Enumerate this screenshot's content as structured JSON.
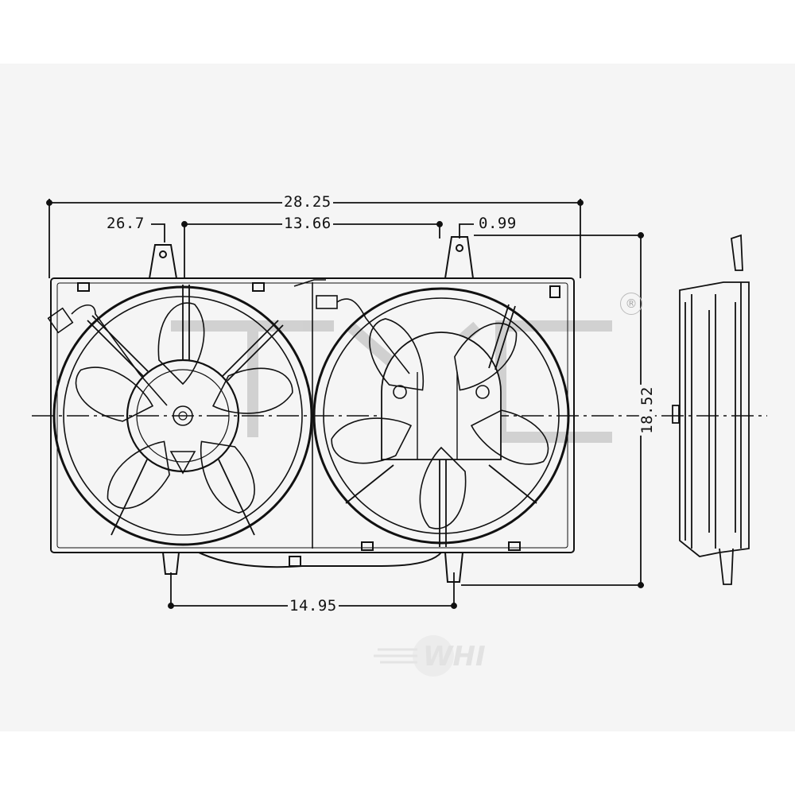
{
  "drawing": {
    "subject": "Dual radiator cooling fan assembly",
    "views": [
      "front",
      "side"
    ],
    "watermark_logo": "TYC",
    "watermark_registered": "®",
    "footer_watermark": "WHI"
  },
  "dimensions": {
    "overall_width": "28.25",
    "left_offset": "26.7",
    "mount_spacing_top": "13.66",
    "right_offset": "0.99",
    "overall_height": "18.52",
    "mount_spacing_bottom": "14.95"
  },
  "colors": {
    "background": "#f5f5f5",
    "page": "#ffffff",
    "line": "#111111",
    "watermark": "#cfcfcf"
  }
}
